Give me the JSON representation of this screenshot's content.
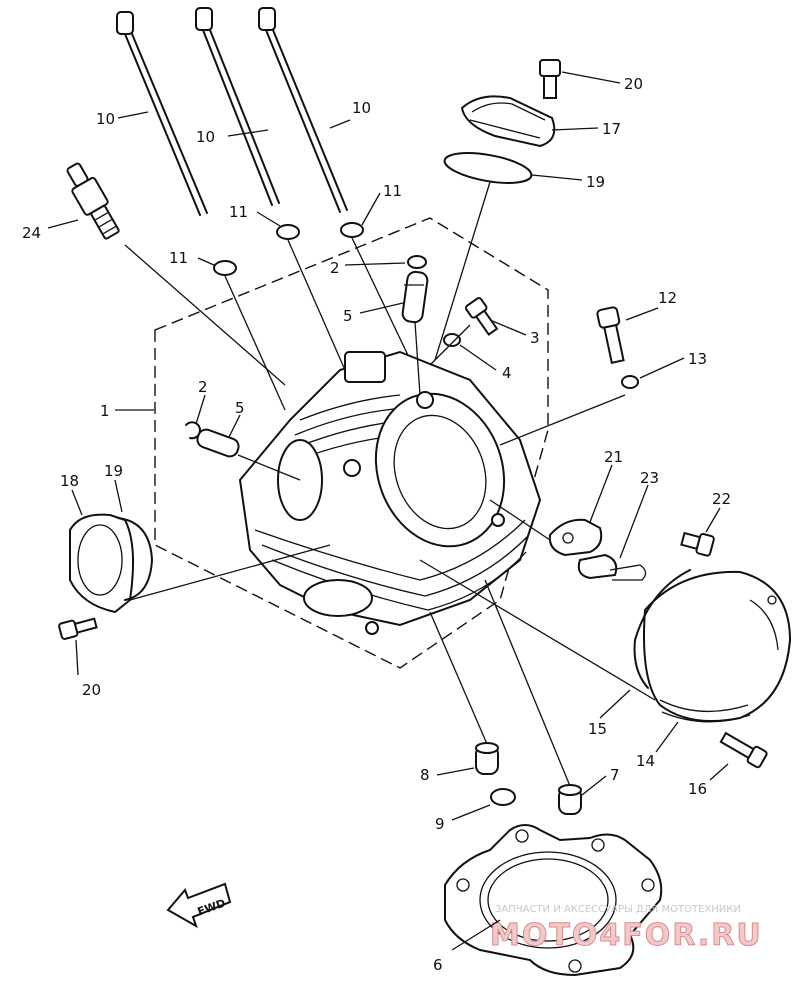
{
  "labels": {
    "p1": "1",
    "p2a": "2",
    "p2b": "2",
    "p3": "3",
    "p4": "4",
    "p5a": "5",
    "p5b": "5",
    "p6": "6",
    "p7": "7",
    "p8": "8",
    "p9": "9",
    "p10a": "10",
    "p10b": "10",
    "p10c": "10",
    "p11a": "11",
    "p11b": "11",
    "p11c": "11",
    "p12": "12",
    "p13": "13",
    "p14": "14",
    "p15": "15",
    "p16": "16",
    "p17": "17",
    "p18": "18",
    "p19a": "19",
    "p19b": "19",
    "p20a": "20",
    "p20b": "20",
    "p21": "21",
    "p22": "22",
    "p23": "23",
    "p24": "24"
  },
  "fwd_label": "FWD",
  "watermark": {
    "tagline": "ЗАПЧАСТИ И АКСЕССУАРЫ ДЛЯ МОТОТЕХНИКИ",
    "site": "MOTO4FOR.RU"
  }
}
